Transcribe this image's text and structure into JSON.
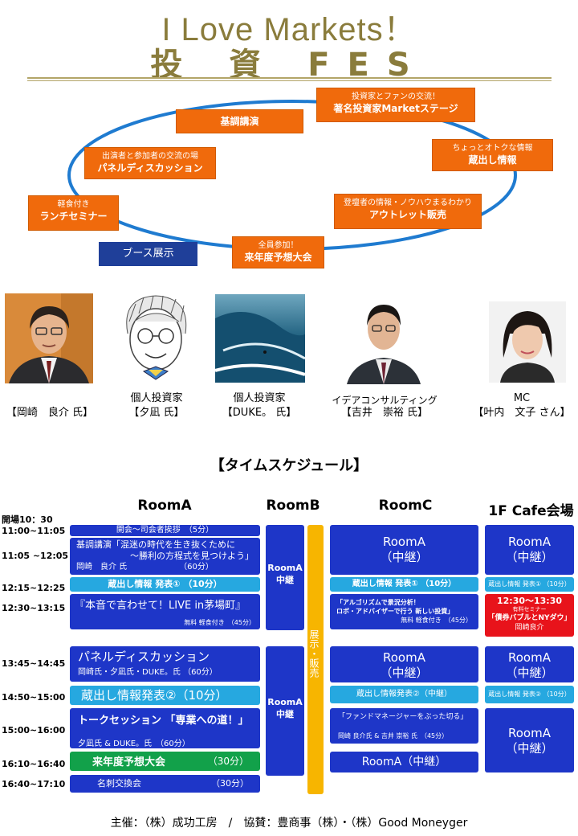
{
  "header": {
    "title": "I Love Markets！",
    "subtitle": "投 資 FES"
  },
  "cycle": {
    "nodes": [
      {
        "id": "kicho",
        "small": "",
        "main": "基調講演"
      },
      {
        "id": "market",
        "small": "投資家とファンの交流！",
        "main": "著名投資家Marketステージ"
      },
      {
        "id": "kurada",
        "small": "ちょっとオトクな情報",
        "main": "蔵出し情報"
      },
      {
        "id": "outlet",
        "small": "登壇者の情報・ノウハウまるわかり",
        "main": "アウトレット販売"
      },
      {
        "id": "yoso",
        "small": "全員参加！",
        "main": "来年度予想大会"
      },
      {
        "id": "lunch",
        "small": "軽食付き",
        "main": "ランチセミナー"
      },
      {
        "id": "panel",
        "small": "出演者と参加者の交流の場",
        "main": "パネルディスカッション"
      }
    ],
    "booth": "ブース展示"
  },
  "speakers": [
    {
      "line1": "",
      "line2": "【岡崎　良介 氏】",
      "icon": "speaker-okazaki-photo"
    },
    {
      "line1": "個人投資家",
      "line2": "【夕凪 氏】",
      "icon": "speaker-yunagi-illustration"
    },
    {
      "line1": "個人投資家",
      "line2": "【DUKE。 氏】",
      "icon": "speaker-duke-wave-photo"
    },
    {
      "line1": "イデアコンサルティング",
      "line2": "【吉井　崇裕 氏】",
      "icon": "speaker-yoshii-photo"
    },
    {
      "line1": "MC",
      "line2": "【叶内　文子 さん】",
      "icon": "mc-kanouchi-photo"
    }
  ],
  "schedule": {
    "title": "【タイムスケジュール】",
    "rooms": [
      "RoomA",
      "RoomB",
      "RoomC",
      "1F Cafe会場"
    ],
    "open": "開場10：30",
    "times": [
      "11:00~11:05",
      "11:05 ~12:05",
      "12:15~12:25",
      "12:30~13:15",
      "13:45~14:45",
      "14:50~15:00",
      "15:00~16:00",
      "16:10~16:40",
      "16:40~17:10"
    ],
    "roomA": {
      "opening": "開会～司会者挨拶　（5分）",
      "keynote_l1": "基調講演「混迷の時代を生き抜くために",
      "keynote_l2": "～勝利の方程式を見つけよう」",
      "keynote_l3": "岡崎　良介 氏　　　　　　　（60分）",
      "kura1": "蔵出し情報 発表① （10分）",
      "live_title": "『本音で言わせて！LIVE in茅場町』",
      "live_note": "無料 軽食付き　（45分）",
      "panel_title": "パネルディスカッション",
      "panel_note": "岡崎氏・夕凪氏・DUKE。氏 （60分）",
      "kura2": "蔵出し情報発表②（10分）",
      "talk_title": "トークセッション 「専業への道！」",
      "talk_note": "夕凪氏 & DUKE。氏　（60分）",
      "yoso_title": "来年度予想大会",
      "yoso_time": "（30分）",
      "meishi_title": "名刺交換会",
      "meishi_time": "（30分）"
    },
    "roomB": {
      "relay1": "RoomA中継",
      "relay2": "RoomA中継",
      "exhibit": "展示・販売"
    },
    "roomC": {
      "relay1": "RoomA\n（中継）",
      "kura1": "蔵出し情報 発表① （10分）",
      "algo_l1": "「アルゴリズムで景況分析！",
      "algo_l2": "ロボ・アドバイザーで行う 新しい投資」",
      "algo_note": "無料 軽食付き　（45分）",
      "relay2": "RoomA\n（中継）",
      "kura2": "蔵出し情報発表②（中継）",
      "fund_title": "「ファンドマネージャーをぶった切る」",
      "fund_note": "岡崎 良介氏 & 吉井 崇裕 氏　（45分）",
      "relay3": "RoomA（中継）"
    },
    "cafe": {
      "relay1": "RoomA\n（中継）",
      "kura1": "蔵出し情報 発表① （10分）",
      "paid_time": "12:30～13:30",
      "paid_label": "有料セミナー",
      "paid_title": "「債券バブルとNYダウ」",
      "paid_speaker": "岡崎良介",
      "relay2": "RoomA\n（中継）",
      "kura2": "蔵出し情報 発表② （10分）",
      "relay3": "RoomA\n（中継）"
    }
  },
  "footer": "主催：（株）成功工房　/　協賛：豊商事（株）・（株）Good Moneyger",
  "colors": {
    "gold": "#8a7c3c",
    "orange": "#f06a0c",
    "navy": "#1f3f99",
    "blue": "#1e36c8",
    "lightblue": "#26a8e0",
    "green": "#12a14a",
    "red": "#e8131b",
    "yellow": "#f7b500"
  }
}
